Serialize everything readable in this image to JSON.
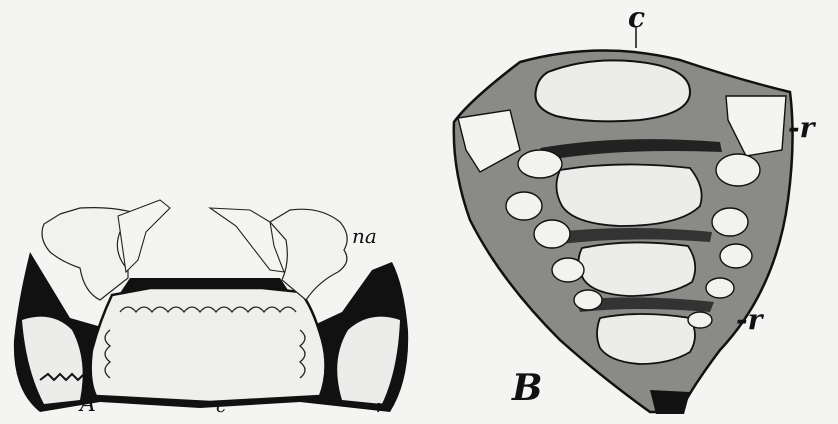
{
  "figure": {
    "panel_a": {
      "letter": "A",
      "labels": {
        "na": "na",
        "c": "c",
        "r": "r"
      }
    },
    "panel_b": {
      "letter": "B",
      "labels": {
        "c": "c",
        "r_upper": "-r",
        "r_lower": "-r"
      }
    },
    "colors": {
      "ink": "#111111",
      "paper": "#f4f4f2",
      "shade": "#8a8a86",
      "bone": "#e9e9e6"
    }
  }
}
